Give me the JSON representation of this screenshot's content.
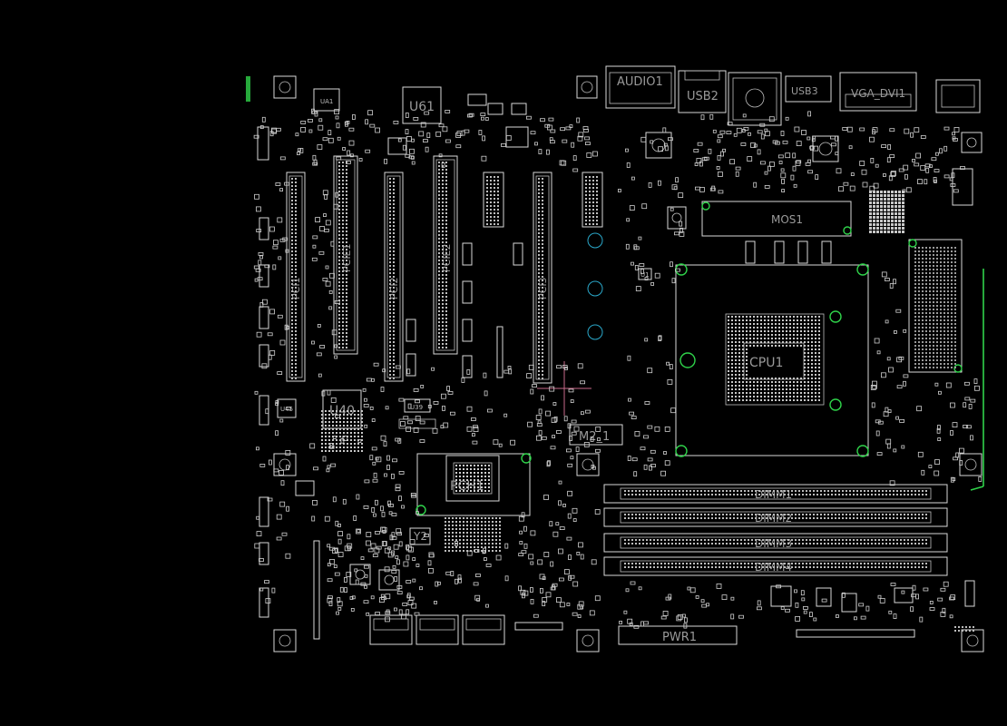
{
  "colors": {
    "background": "#000000",
    "outline": "#d8d8d8",
    "label": "#9a9a9a",
    "mount_hole": "#2fd34a",
    "via": "#2aa7c9",
    "cursor": "#c86a8a"
  },
  "labels": {
    "audio": "AUDIO1",
    "usb2": "USB2",
    "usb3": "USB3",
    "vga_dvi": "VGA_DVI1",
    "u61": "U61",
    "ua1": "UA1",
    "u40": "U40",
    "u39": "U39",
    "u45": "U45",
    "u1": "U1",
    "cpu": "CPU1",
    "pch": "PCH1",
    "m2": "M2_1",
    "y2": "Y2",
    "dimm1": "DIMM1",
    "dimm2": "DIMM2",
    "dimm3": "DIMM3",
    "dimm4": "DIMM4",
    "pwr": "PWR1",
    "pci1": "PCI1",
    "pci2": "PCI2",
    "pci3": "PCI3",
    "pcie1": "PCIE1",
    "pcie2": "PCIE2",
    "mos1": "MOS1"
  }
}
